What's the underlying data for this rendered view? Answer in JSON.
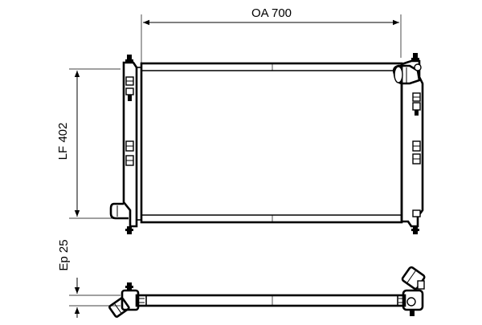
{
  "dimensions": {
    "width_label": "OA 700",
    "height_label": "LF 402",
    "depth_label": "Ep 25"
  },
  "colors": {
    "line": "#000000",
    "background": "#ffffff"
  }
}
